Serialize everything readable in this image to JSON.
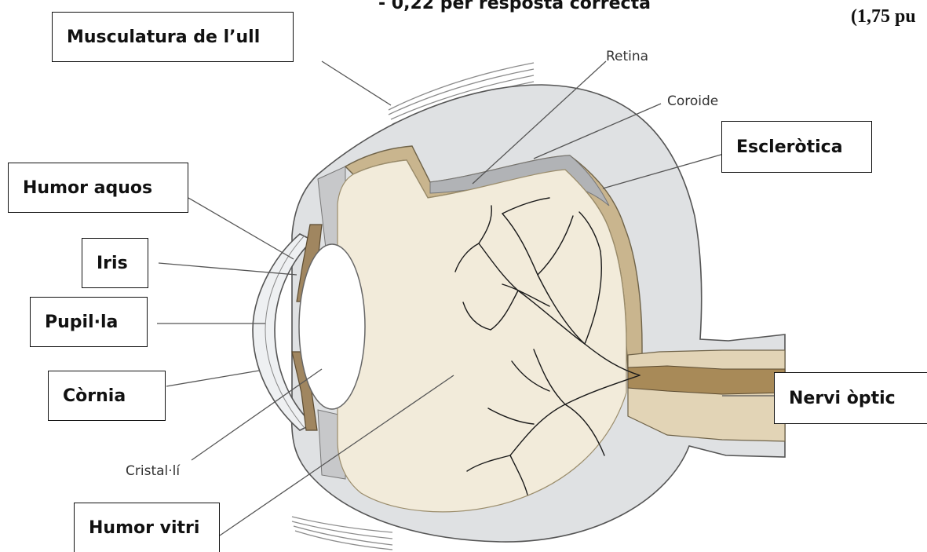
{
  "header": {
    "scoring": "- 0,22 per resposta correcta",
    "points": "(1,75 pu"
  },
  "labels": {
    "musculatura": "Musculatura de l’ull",
    "retina": "Retina",
    "coroide": "Coroide",
    "escler": "Escleròtica",
    "humor_aquos": "Humor aquos",
    "iris": "Iris",
    "pupilla": "Pupil·la",
    "cornia": "Còrnia",
    "nervi": "Nervi òptic",
    "cristalli": "Cristal·lí",
    "humor_vitri": "Humor vitri"
  },
  "colors": {
    "sclera": "#dfe1e3",
    "vitreous": "#f2ebda",
    "choroid_band": "#c9b58e",
    "choroid_dark": "#b1b3b6",
    "iris": "#a08660",
    "nerve_sheath": "#e2d4b6",
    "nerve_core": "#a88a58",
    "line": "#3a3a3a",
    "vessel": "#1a1a1a"
  }
}
